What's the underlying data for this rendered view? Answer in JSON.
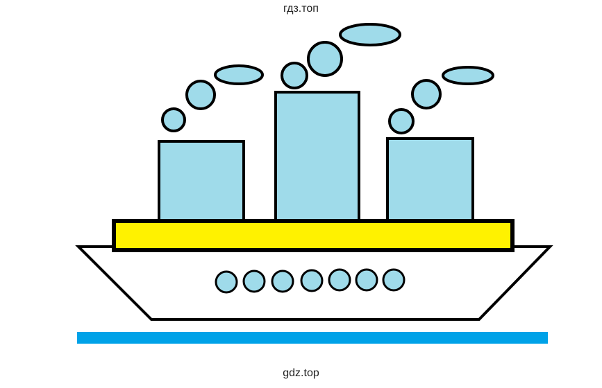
{
  "watermark_top": "гдз.топ",
  "watermark_bottom": "gdz.top",
  "colors": {
    "outline": "#000000",
    "funnel_fill": "#9fdbea",
    "smoke_fill": "#9fdbea",
    "deck_fill": "#fff200",
    "hull_fill": "#ffffff",
    "porthole_fill": "#9fdbea",
    "water": "#00a2e8"
  },
  "drawing": {
    "funnel_count": 3,
    "porthole_count": 7,
    "smoke_puffs_per_funnel": 3
  }
}
